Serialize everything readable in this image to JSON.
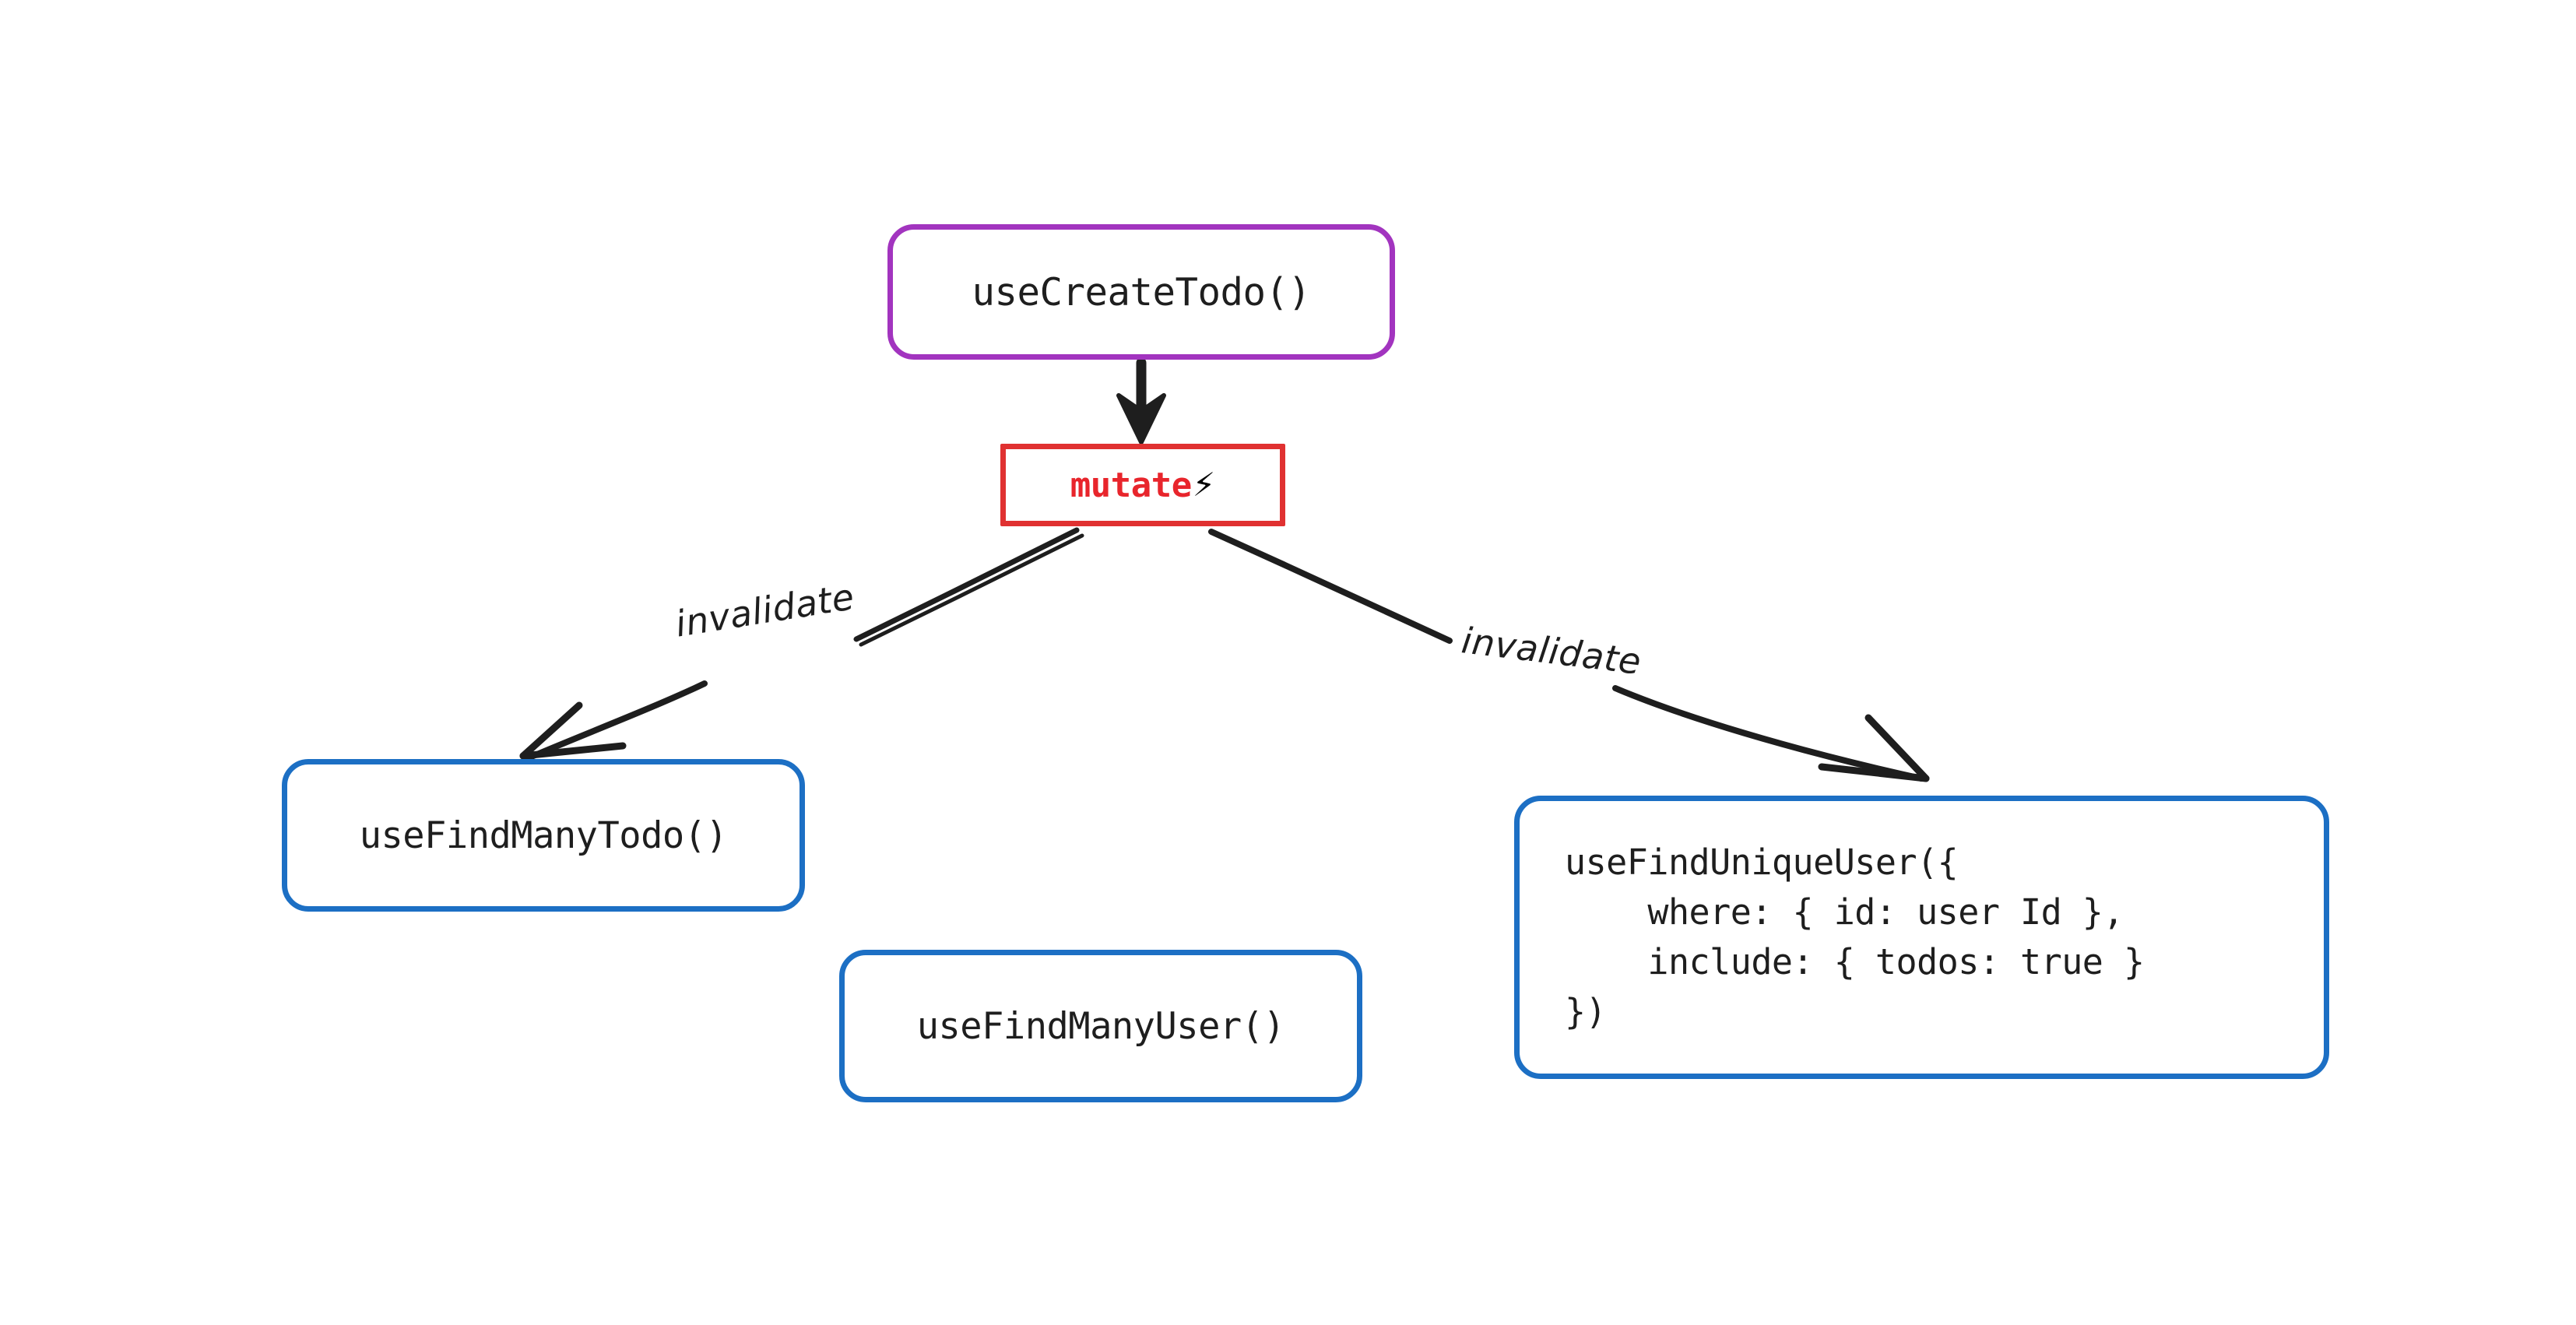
{
  "diagram": {
    "title": "useCreateTodo mutation invalidation graph",
    "background_color": "#ffffff",
    "colors": {
      "purple": "#a234bf",
      "red": "#e03131",
      "red_text": "#e8252c",
      "blue": "#1c6fc4",
      "edge": "#1e1e1e",
      "bolt_yellow": "#fcc419",
      "bolt_orange": "#f08c00"
    }
  },
  "nodes": {
    "root": {
      "id": "use-create-todo",
      "label": "useCreateTodo()",
      "shape": "rounded-rectangle",
      "border_color": "#a234bf"
    },
    "mutate": {
      "id": "mutate",
      "label": "mutate",
      "icon": "lightning-bolt-icon",
      "icon_glyph": "⚡",
      "shape": "rectangle",
      "border_color": "#e03131",
      "text_color": "#e8252c"
    },
    "find_many_todo": {
      "id": "use-find-many-todo",
      "label": "useFindManyTodo()",
      "shape": "rounded-rectangle",
      "border_color": "#1c6fc4"
    },
    "find_many_user": {
      "id": "use-find-many-user",
      "label": "useFindManyUser()",
      "shape": "rounded-rectangle",
      "border_color": "#1c6fc4"
    },
    "find_unique_user": {
      "id": "use-find-unique-user",
      "label": "useFindUniqueUser({\n    where: { id: user Id },\n    include: { todos: true }\n})",
      "shape": "rounded-rectangle",
      "border_color": "#1c6fc4"
    }
  },
  "edges": [
    {
      "from": "use-create-todo",
      "to": "mutate",
      "label": "",
      "arrowhead": "solid"
    },
    {
      "from": "mutate",
      "to": "use-find-many-todo",
      "label": "invalidate",
      "arrowhead": "open"
    },
    {
      "from": "mutate",
      "to": "use-find-unique-user",
      "label": "invalidate",
      "arrowhead": "open"
    }
  ]
}
